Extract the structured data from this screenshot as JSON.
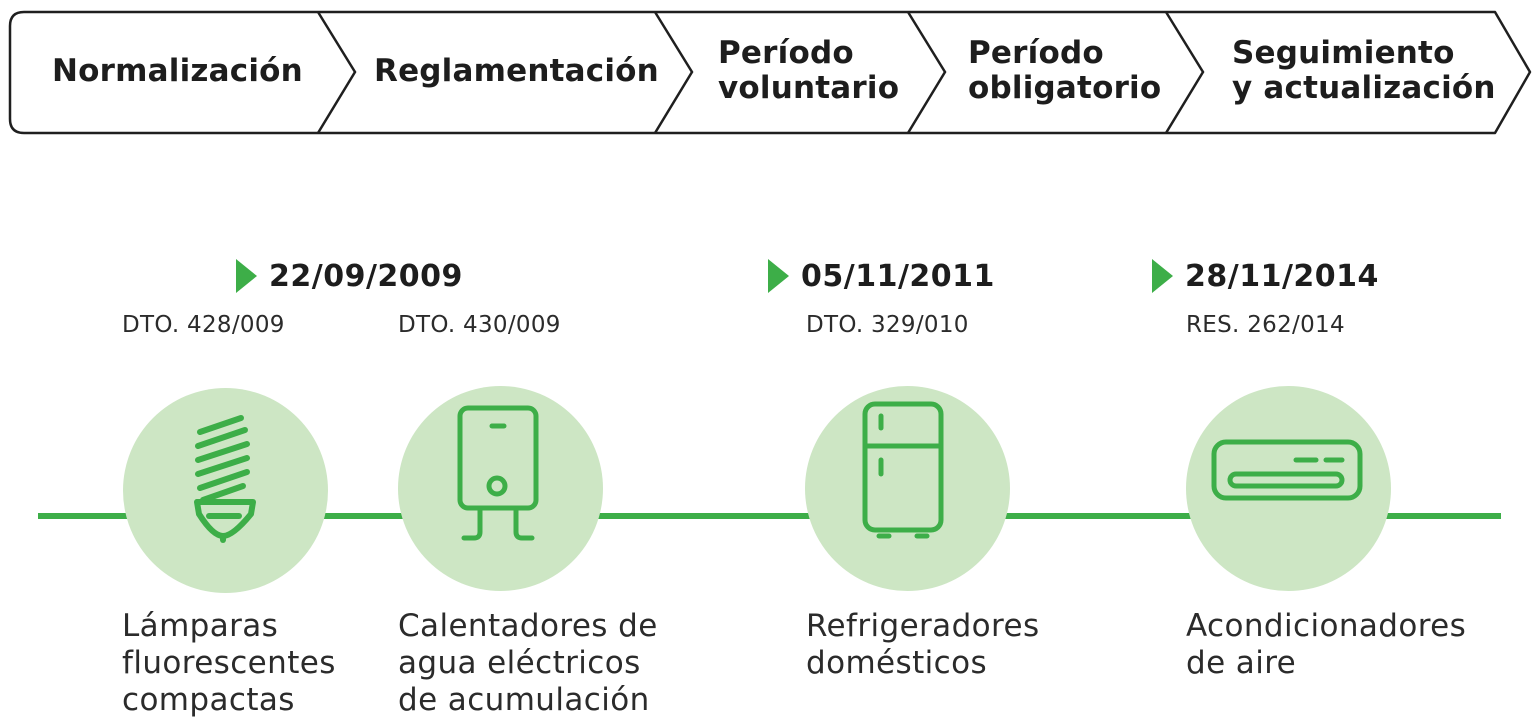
{
  "process_steps": [
    {
      "label": "Normalización"
    },
    {
      "label": "Reglamentación"
    },
    {
      "label": "Período\nvoluntario"
    },
    {
      "label": "Período\nobligatorio"
    },
    {
      "label": "Seguimiento\ny actualización"
    }
  ],
  "timeline": {
    "dates": [
      "22/09/2009",
      "05/11/2011",
      "28/11/2014"
    ],
    "items": [
      {
        "decree": "DTO. 428/009",
        "appliance": "Lámparas\nfluorescentes\ncompactas",
        "icon": "cfl-bulb-icon"
      },
      {
        "decree": "DTO. 430/009",
        "appliance": "Calentadores de\nagua eléctricos\nde acumulación",
        "icon": "water-heater-icon"
      },
      {
        "decree": "DTO. 329/010",
        "appliance": "Refrigeradores\ndomésticos",
        "icon": "refrigerator-icon"
      },
      {
        "decree": "RES. 262/014",
        "appliance": "Acondicionadores\nde aire",
        "icon": "air-conditioner-icon"
      }
    ]
  },
  "colors": {
    "accent_green": "#3dae48",
    "circle_fill": "#cde6c4",
    "outline": "#1f1f1f"
  }
}
